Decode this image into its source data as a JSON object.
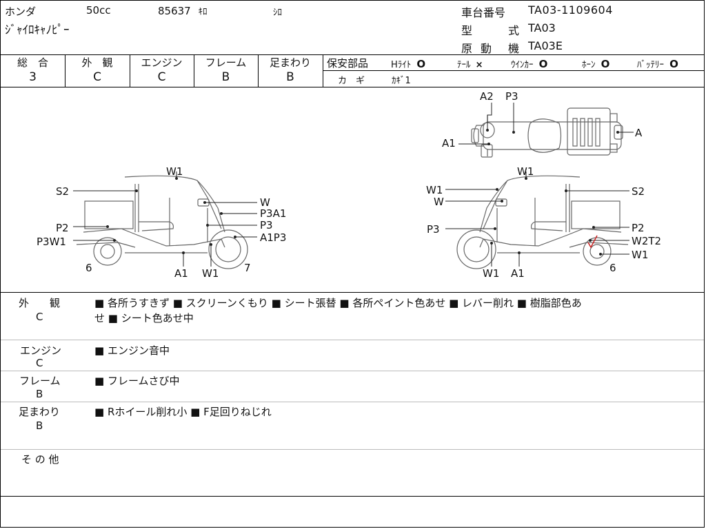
{
  "header": {
    "maker": "ホンダ",
    "displacement": "50cc",
    "mileage": "85637",
    "mileage_unit": "ｷﾛ",
    "color": "ｼﾛ",
    "model_name": "ｼﾞｬｲﾛｷｬﾉﾋﾟｰ",
    "chassis_label": "車台番号",
    "chassis_value": "TA03-1109604",
    "type_label_1": "型",
    "type_label_2": "式",
    "type_value": "TA03",
    "engine_label_1": "原",
    "engine_label_2": "動",
    "engine_label_3": "機",
    "engine_value": "TA03E"
  },
  "grades": [
    {
      "label": "総　合",
      "value": "3"
    },
    {
      "label": "外　観",
      "value": "C"
    },
    {
      "label": "エンジン",
      "value": "C"
    },
    {
      "label": "フレーム",
      "value": "B"
    },
    {
      "label": "足まわり",
      "value": "B"
    }
  ],
  "safety": {
    "label": "保安部品",
    "items": [
      {
        "label": "Hﾗｲﾄ",
        "mark": "O"
      },
      {
        "label": "ﾃｰﾙ",
        "mark": "×"
      },
      {
        "label": "ｳｲﾝｶｰ",
        "mark": "O"
      },
      {
        "label": "ﾎｰﾝ",
        "mark": "O"
      },
      {
        "label": "ﾊﾞｯﾃﾘｰ",
        "mark": "O"
      }
    ],
    "key_label": "カ　ギ",
    "key_value": "ｶｷﾞ1"
  },
  "diagram": {
    "top": {
      "a2": "A2",
      "p3": "P3",
      "a1": "A1",
      "a": "A"
    },
    "left": {
      "w1_top": "W1",
      "s2": "S2",
      "w": "W",
      "p3a1": "P3A1",
      "p3": "P3",
      "p2": "P2",
      "p3w1": "P3W1",
      "a1p3": "A1P3",
      "six": "6",
      "seven": "7",
      "a1_bottom": "A1",
      "w1_bottom": "W1"
    },
    "right": {
      "w1_top": "W1",
      "w1_side": "W1",
      "w": "W",
      "s2": "S2",
      "p3": "P3",
      "p2": "P2",
      "w2t2": "W2T2",
      "w1_wheel": "W1",
      "six": "6",
      "w1_bottom": "W1",
      "a1_bottom": "A1"
    }
  },
  "notes": [
    {
      "category": "外　　観",
      "grade": "C",
      "text_line1": "■ 各所うすきず ■ スクリーンくもり ■ シート張替 ■ 各所ペイント色あせ ■ レバー削れ ■ 樹脂部色あ",
      "text_line2": "せ ■ シート色あせ中"
    },
    {
      "category": "エンジン",
      "grade": "C",
      "text_line1": "■ エンジン音中",
      "text_line2": ""
    },
    {
      "category": "フレーム",
      "grade": "B",
      "text_line1": "■ フレームさび中",
      "text_line2": ""
    },
    {
      "category": "足まわり",
      "grade": "B",
      "text_line1": "■ Rホイール削れ小 ■ F足回りねじれ",
      "text_line2": ""
    },
    {
      "category": "そ の 他",
      "grade": "",
      "text_line1": "",
      "text_line2": ""
    }
  ]
}
